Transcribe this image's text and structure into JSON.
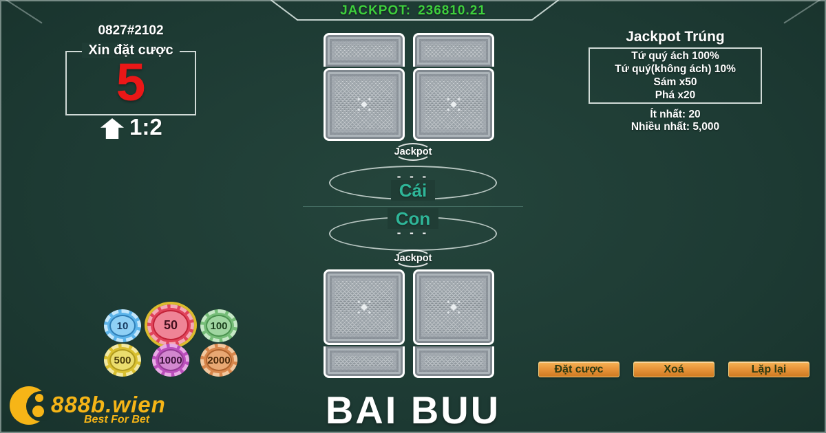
{
  "header": {
    "jackpot_label": "JACKPOT:",
    "jackpot_value": "236810.21",
    "session_id": "0827#2102"
  },
  "bet_panel": {
    "title": "Xin đặt cược",
    "amount": "5",
    "ratio": "1:2"
  },
  "jackpot_panel": {
    "title": "Jackpot Trúng",
    "rules": [
      "Tứ quý ách 100%",
      "Tứ quý(không ách) 10%",
      "Sám x50",
      "Phá x20"
    ],
    "min_label": "Ít nhất: 20",
    "max_label": "Nhiều nhất: 5,000"
  },
  "table": {
    "banker_label": "Cái",
    "player_label": "Con",
    "banker_cards_placeholder": "- - -",
    "player_cards_placeholder": "- - -",
    "jackpot_marker_top": "Jackpot",
    "jackpot_marker_bottom": "Jackpot"
  },
  "chips": [
    {
      "label": "10",
      "base": "#5cb4ea",
      "notch": "#c2e6fb",
      "inner": "#8fd0f5",
      "ring": "#2f7fb8",
      "text": "#17395e",
      "selected": false
    },
    {
      "label": "50",
      "base": "#e0445c",
      "notch": "#f5a8b6",
      "inner": "#ef8496",
      "ring": "#c22338",
      "text": "#42101e",
      "selected": true
    },
    {
      "label": "100",
      "base": "#76bd78",
      "notch": "#c6e8c6",
      "inner": "#a0d6a1",
      "ring": "#4c9350",
      "text": "#1c401e",
      "selected": false
    },
    {
      "label": "500",
      "base": "#d9c030",
      "notch": "#f2e8a2",
      "inner": "#ebdd6e",
      "ring": "#b09a1e",
      "text": "#4a3c0a",
      "selected": false
    },
    {
      "label": "1000",
      "base": "#bb4fbc",
      "notch": "#e9aae6",
      "inner": "#d287cf",
      "ring": "#933c94",
      "text": "#3a1038",
      "selected": false
    },
    {
      "label": "2000",
      "base": "#d8874c",
      "notch": "#f2c79e",
      "inner": "#e8a873",
      "ring": "#b0642e",
      "text": "#4a2808",
      "selected": false
    }
  ],
  "actions": [
    "Đặt cược",
    "Xoá",
    "Lặp lại"
  ],
  "branding": {
    "site": "888b.wien",
    "tagline": "Best For Bet",
    "game_title": "BAI BUU"
  },
  "palette": {
    "table_green": "#1d3a33",
    "jackpot_green": "#3ecf3d",
    "bet_red": "#ea1717",
    "spot_teal": "#2fb598",
    "button_orange": "#e8953a",
    "logo_yellow": "#f6b517"
  }
}
